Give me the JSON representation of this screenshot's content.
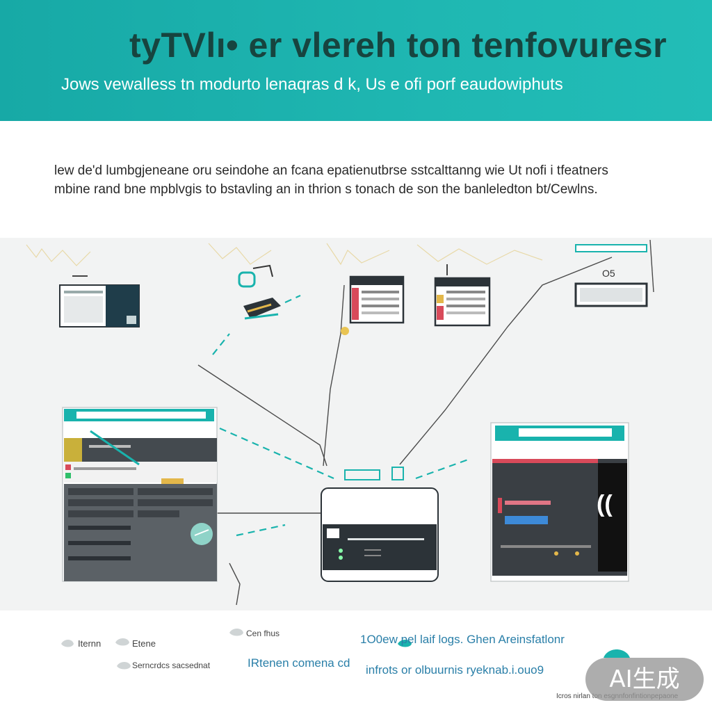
{
  "header": {
    "title": "tyTVlı• er vlereh ton tenfovuresr",
    "subtitle": "Jows vewalless tn modurto lenaqras d k, Us e ofi porf eaudowiphuts"
  },
  "intro": {
    "line1": "lew de'd lumbgjeneane oru seindohe an fcana epatienutbrse sstcalttanng wie Ut nofi i tfeatners",
    "line2": "mbine rand bne mpblvgis to bstavling an in thrion s tonach de son the banleledton bt/Cewlns."
  },
  "diagram": {
    "node_labels": {
      "top_right": "O5"
    },
    "colors": {
      "teal": "#19b3ad",
      "dark": "#2c3338",
      "line": "#4b4b4b"
    }
  },
  "footer": {
    "left1": "Iternn",
    "left1b": "Etene",
    "left2": "Serncrdcs sacsednat",
    "mid1": "Cen fhus",
    "mid2": "IRtenen comena cd",
    "right1": "1O0ew  pel laif logs. Ghen Areinsfatlonr",
    "right2": "infrots or olbuurnis ryeknab.i.ouo9",
    "small": "Icros nirlan ton esgnnfonfintionpepaone"
  },
  "badge": {
    "label": "AI生成"
  }
}
